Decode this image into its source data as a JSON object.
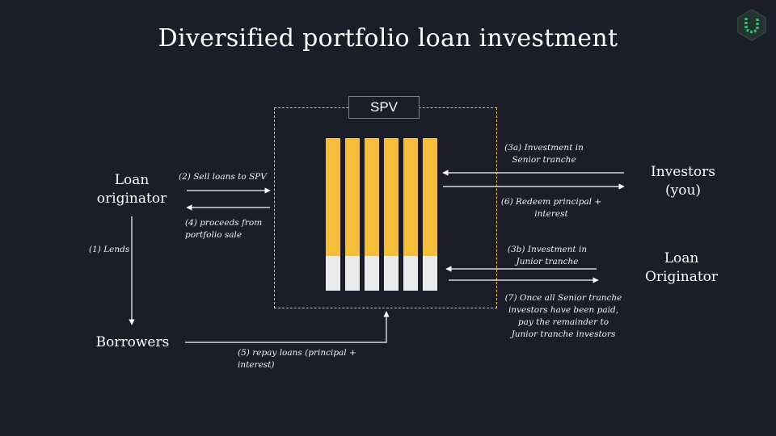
{
  "title": "Diversified portfolio loan investment",
  "spv_label": "SPV",
  "nodes": {
    "loan_originator_left": [
      "Loan",
      "originator"
    ],
    "borrowers": "Borrowers",
    "investors": [
      "Investors",
      "(you)"
    ],
    "loan_originator_right": [
      "Loan",
      "Originator"
    ]
  },
  "steps": {
    "lends": "(1) Lends",
    "sell_loans": "(2) Sell  loans to SPV",
    "proceeds": [
      "(4) proceeds from",
      "portfolio sale"
    ],
    "repay": [
      "(5) repay loans (principal +",
      "interest)"
    ],
    "invest_senior": [
      "(3a) Investment in",
      "Senior tranche"
    ],
    "redeem": [
      "(6) Redeem principal +",
      "interest"
    ],
    "invest_junior": [
      "(3b) Investment in",
      "Junior tranche"
    ],
    "remainder": [
      "(7) Once all Senior tranche",
      "investors have been paid,",
      "pay the remainder to",
      "Junior tranche investors"
    ]
  },
  "tranches": {
    "count": 6,
    "senior_fraction": 0.77,
    "junior_fraction": 0.23
  },
  "colors": {
    "background": "#1b1d29",
    "senior": "#f4bd3c",
    "junior": "#ebebeb",
    "logo": "#2fbf71"
  },
  "icons": [
    "brand-logo-icon"
  ]
}
